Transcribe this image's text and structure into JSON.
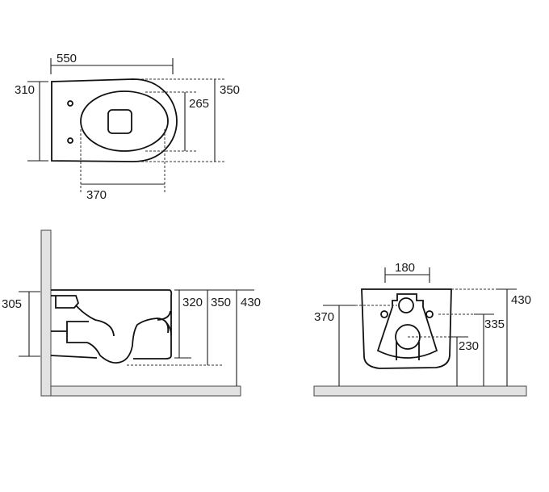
{
  "top_view": {
    "length": "550",
    "width": "310",
    "seat_width": "265",
    "overall_width": "350",
    "seat_length": "370"
  },
  "side_view": {
    "fixing_height": "305",
    "bowl_height": "320",
    "outlet_height": "350",
    "rim_height": "430"
  },
  "front_view": {
    "fixing_spacing": "180",
    "inlet_height": "370",
    "rim_height": "430",
    "bolt_height": "335",
    "outlet_height": "230"
  },
  "colors": {
    "line": "#111111",
    "ground": "#e2e2e2"
  }
}
